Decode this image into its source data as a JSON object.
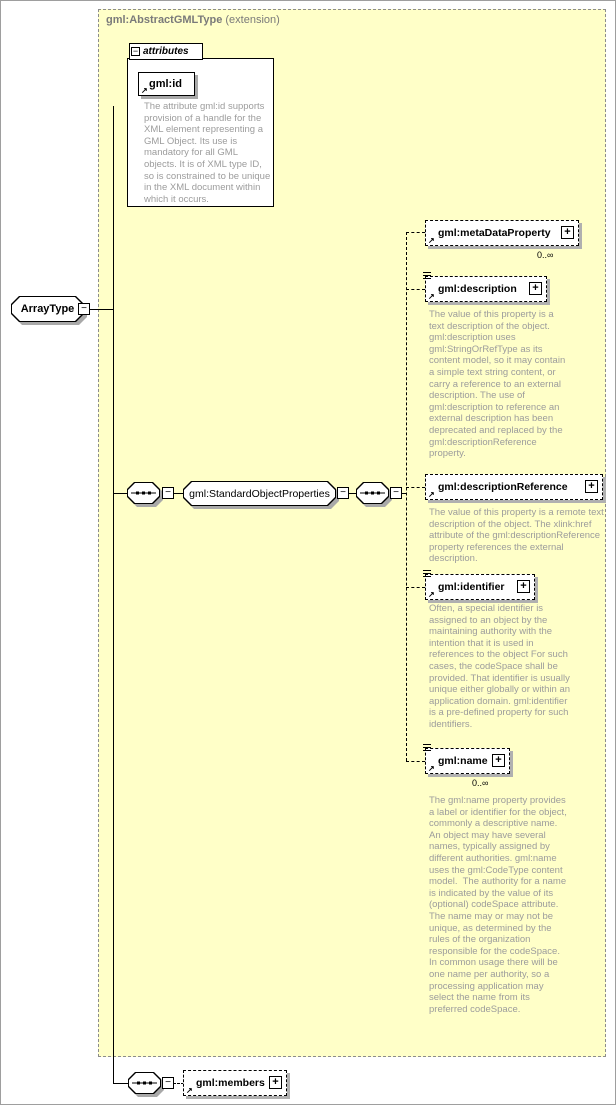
{
  "header": {
    "title": "gml:AbstractGMLType",
    "suffix": "(extension)"
  },
  "icons": {
    "plus": "+",
    "minus": "−",
    "ref_arrow": "↗"
  },
  "attributes_section": {
    "label": "attributes",
    "attribute_name": "gml:id",
    "attribute_doc": "The attribute gml:id supports provision of a handle for the XML element representing a GML Object. Its use is mandatory for all GML objects. It is of XML type ID, so is constrained to be unique in the XML document within which it occurs."
  },
  "root": {
    "name": "ArrayType"
  },
  "model_group": {
    "name": "gml:StandardObjectProperties"
  },
  "children": [
    {
      "name": "gml:metaDataProperty",
      "occurs": "0..∞"
    },
    {
      "name": "gml:description",
      "doc": "The value of this property is a text description of the object. gml:description uses gml:StringOrRefType as its content model, so it may contain a simple text string content, or carry a reference to an external description. The use of gml:description to reference an external description has been deprecated and replaced by the gml:descriptionReference property."
    },
    {
      "name": "gml:descriptionReference",
      "doc": "The value of this property is a remote text description of the object. The xlink:href attribute of the gml:descriptionReference property references the external description."
    },
    {
      "name": "gml:identifier",
      "doc": "Often, a special identifier is assigned to an object by the maintaining authority with the intention that it is used in references to the object For such cases, the codeSpace shall be provided. That identifier is usually unique either globally or within an application domain. gml:identifier is a pre-defined property for such identifiers."
    },
    {
      "name": "gml:name",
      "occurs": "0..∞",
      "doc": "The gml:name property provides a label or identifier for the object, commonly a descriptive name. An object may have several names, typically assigned by different authorities. gml:name uses the gml:CodeType content model.  The authority for a name is indicated by the value of its (optional) codeSpace attribute.  The name may or may not be unique, as determined by the rules of the organization responsible for the codeSpace.  In common usage there will be one name per authority, so a processing application may select the name from its preferred codeSpace."
    }
  ],
  "members": {
    "name": "gml:members"
  }
}
